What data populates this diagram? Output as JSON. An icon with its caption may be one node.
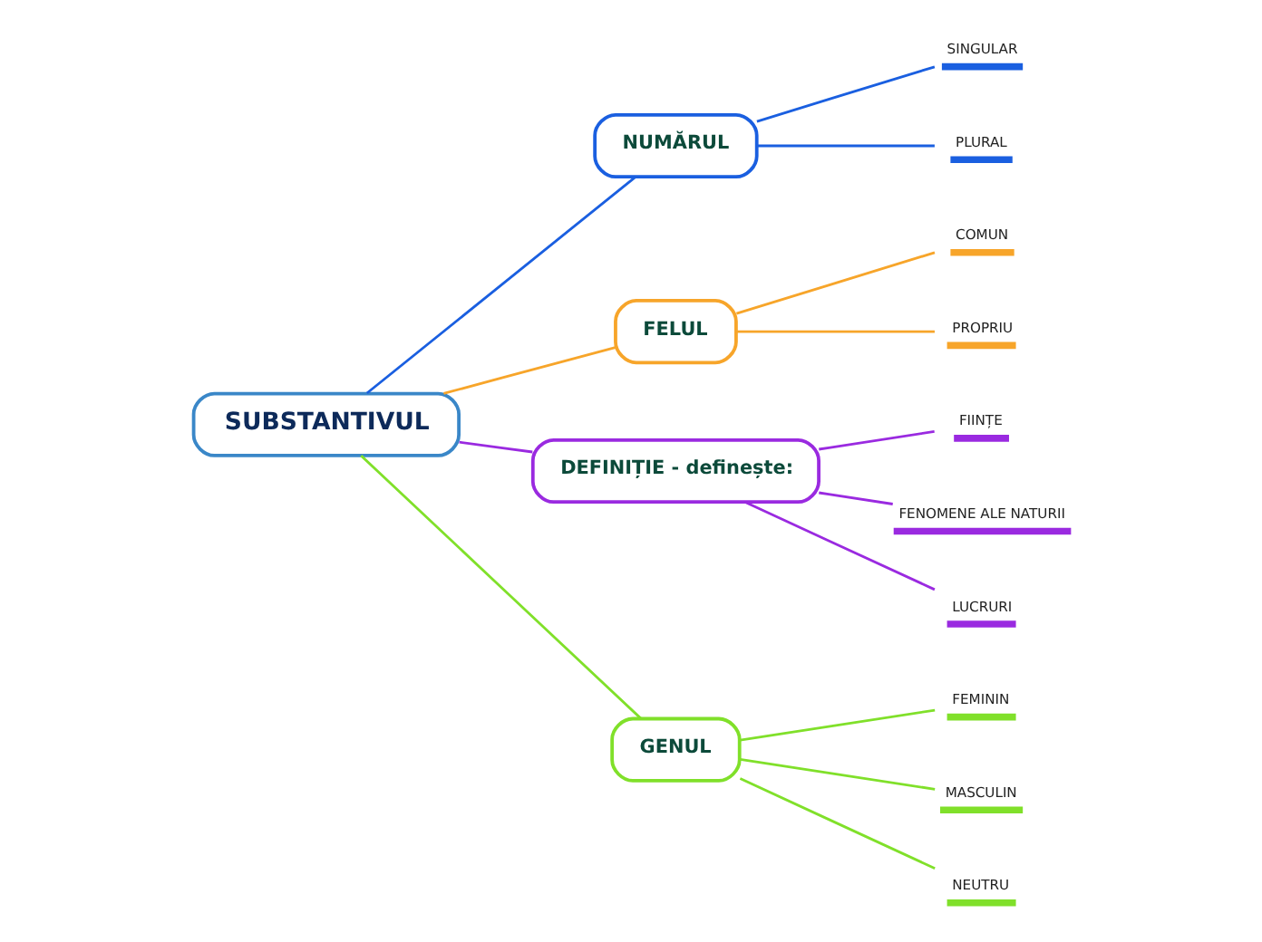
{
  "diagram": {
    "nodes": [
      {
        "text": [
          "SUBSTANTIVUL"
        ]
      },
      {
        "text": [
          "NUMĂRUL"
        ]
      },
      {
        "text": [
          "SINGULAR"
        ]
      },
      {
        "text": [
          "PLURAL"
        ]
      },
      {
        "text": [
          "FELUL"
        ]
      },
      {
        "text": [
          "COMUN"
        ]
      },
      {
        "text": [
          "PROPRIU"
        ]
      },
      {
        "text": [
          "DEFINIȚIE - definește:"
        ]
      },
      {
        "text": [
          "FIINȚE"
        ]
      },
      {
        "text": [
          "FENOMENE ALE NATURII"
        ]
      },
      {
        "text": [
          "LUCRURI"
        ]
      },
      {
        "text": [
          "GENUL"
        ]
      },
      {
        "text": [
          "FEMININ"
        ]
      },
      {
        "text": [
          "MASCULIN"
        ]
      },
      {
        "text": [
          "NEUTRU"
        ]
      }
    ],
    "edges": [
      {
        "from": 0,
        "to": 1,
        "arrow": "none",
        "color": "#1a5fe0"
      },
      {
        "from": 1,
        "to": 2,
        "arrow": "none",
        "color": "#1a5fe0"
      },
      {
        "from": 1,
        "to": 3,
        "arrow": "none",
        "color": "#1a5fe0"
      },
      {
        "from": 0,
        "to": 4,
        "arrow": "none",
        "color": "#f7a52a"
      },
      {
        "from": 4,
        "to": 5,
        "arrow": "none",
        "color": "#f7a52a"
      },
      {
        "from": 4,
        "to": 6,
        "arrow": "none",
        "color": "#f7a52a"
      },
      {
        "from": 0,
        "to": 7,
        "arrow": "none",
        "color": "#9a2ae0"
      },
      {
        "from": 7,
        "to": 8,
        "arrow": "none",
        "color": "#9a2ae0"
      },
      {
        "from": 7,
        "to": 9,
        "arrow": "none",
        "color": "#9a2ae0"
      },
      {
        "from": 7,
        "to": 10,
        "arrow": "none",
        "color": "#9a2ae0"
      },
      {
        "from": 0,
        "to": 11,
        "arrow": "none",
        "color": "#80e02a"
      },
      {
        "from": 11,
        "to": 12,
        "arrow": "none",
        "color": "#80e02a"
      },
      {
        "from": 11,
        "to": 13,
        "arrow": "none",
        "color": "#80e02a"
      },
      {
        "from": 11,
        "to": 14,
        "arrow": "none",
        "color": "#80e02a"
      }
    ]
  }
}
